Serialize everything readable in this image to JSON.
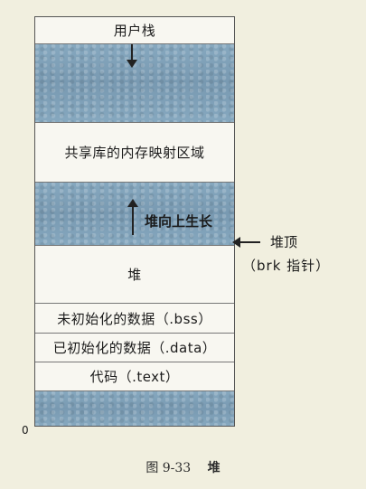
{
  "segments": {
    "user_stack": "用户栈",
    "shared_memory": "共享库的内存映射区域",
    "heap": "堆",
    "bss": "未初始化的数据（.bss）",
    "data": "已初始化的数据（.data）",
    "text": "代码（.text）"
  },
  "annotations": {
    "heap_grows_up": "堆向上生长",
    "heap_top": "堆顶",
    "brk_pointer": "（brk 指针）",
    "zero": "0"
  },
  "caption": {
    "number": "图 9-33",
    "title": "堆"
  },
  "colors": {
    "background": "#f1efdf",
    "gap_fill": "#7fa0b8"
  }
}
